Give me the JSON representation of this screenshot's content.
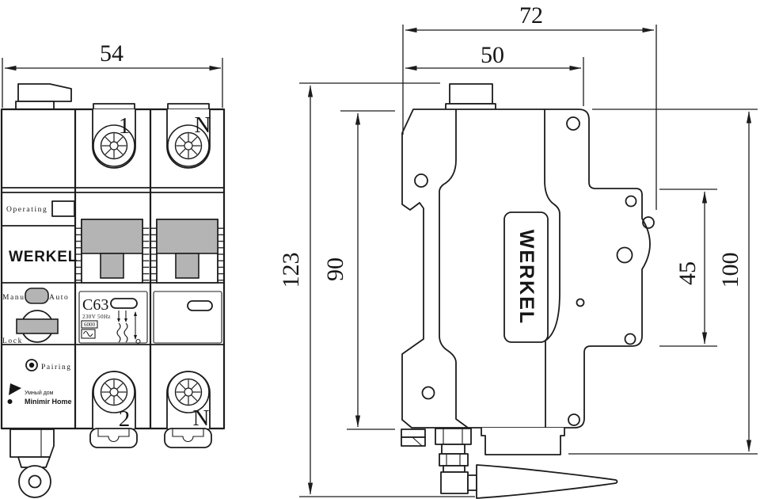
{
  "front": {
    "dim_width": "54",
    "module": {
      "operating": "Operating",
      "brand": "WERKEL",
      "manu": "Manu",
      "auto": "Auto",
      "lock": "Lock",
      "pairing": "Pairing",
      "logo_top": "Умный дом",
      "logo_bottom": "Minimir Home"
    },
    "pole1": {
      "top_label": "1",
      "bottom_label": "2",
      "rating": "C63",
      "spec": "230V 50Hz",
      "breaking_capacity": "6000",
      "ac_symbol": "~"
    },
    "pole_n": {
      "top_label": "N",
      "bottom_label": "N"
    }
  },
  "side": {
    "dim_overall_width": "72",
    "dim_body_width": "50",
    "dim_total_height": "123",
    "dim_body_height": "90",
    "dim_din_profile": "45",
    "dim_mount_height": "100",
    "brand": "WERKEL"
  }
}
